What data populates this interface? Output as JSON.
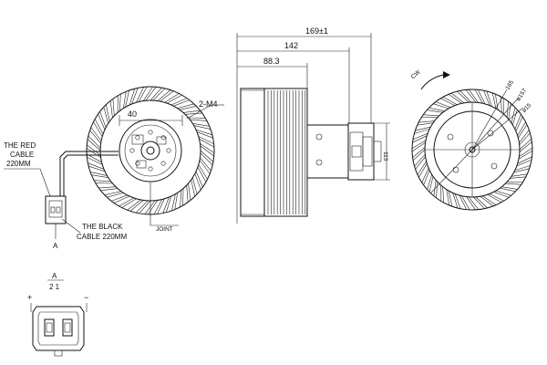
{
  "front_view": {
    "red_cable_line1": "THE RED",
    "red_cable_line2": "CABLE",
    "red_cable_line3": "220MM",
    "black_cable_line1": "THE BLACK",
    "black_cable_line2": "CABLE 220MM",
    "dim_40": "40",
    "screw_label": "2-M4",
    "joint_label": "JOINT",
    "ref_a": "A"
  },
  "connector_view": {
    "ref": "A",
    "pins": "2 1",
    "plus": "+",
    "minus": "−"
  },
  "side_view": {
    "overall": "169±1",
    "length_142": "142",
    "length_88": "88.3",
    "height": "113"
  },
  "rear_view": {
    "rotation": "CW",
    "dim_165": "165",
    "dim_157": "ø157",
    "dim_15": "ø15"
  }
}
